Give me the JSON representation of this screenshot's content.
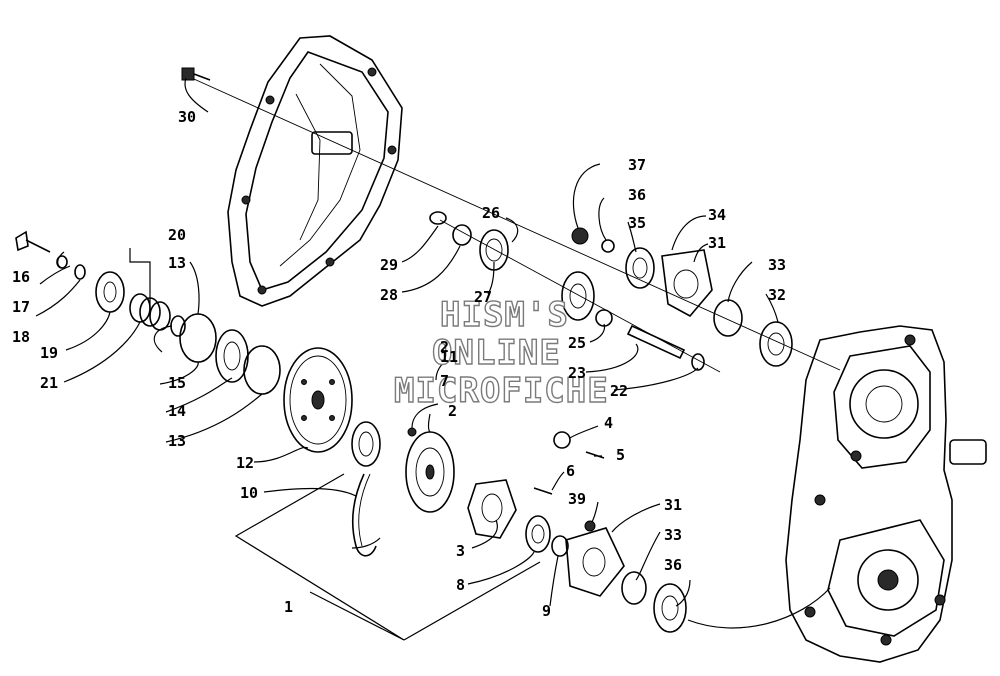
{
  "watermark": {
    "line1": "HISM'S",
    "line2": "ONLINE",
    "line3": "MICROFICHE"
  },
  "callouts": {
    "c1": "1",
    "c2a": "2",
    "c2b": "2",
    "c3": "3",
    "c4": "4",
    "c5": "5",
    "c6": "6",
    "c7": "7",
    "c8": "8",
    "c9": "9",
    "c10": "10",
    "c11": "11",
    "c12": "12",
    "c13a": "13",
    "c13b": "13",
    "c14": "14",
    "c15": "15",
    "c16": "16",
    "c17": "17",
    "c18": "18",
    "c19": "19",
    "c20": "20",
    "c21": "21",
    "c22": "22",
    "c23": "23",
    "c25": "25",
    "c26": "26",
    "c27": "27",
    "c28": "28",
    "c29": "29",
    "c30": "30",
    "c31a": "31",
    "c31b": "31",
    "c32": "32",
    "c33a": "33",
    "c33b": "33",
    "c34": "34",
    "c35": "35",
    "c36a": "36",
    "c36b": "36",
    "c37": "37",
    "c39": "39"
  },
  "colors": {
    "ink": "#000000",
    "watermark_outline": "#7a7a7a",
    "background": "#ffffff"
  }
}
